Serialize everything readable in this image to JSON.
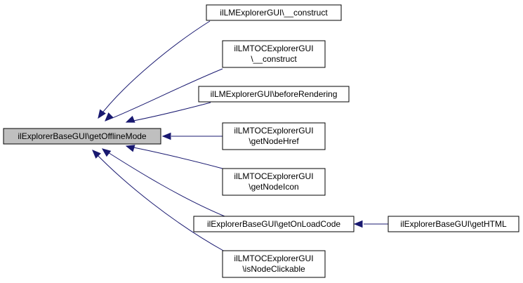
{
  "graph": {
    "focus": {
      "id": "focus",
      "lines": [
        "ilExplorerBaseGUI\\getOfflineMode"
      ]
    },
    "callers": [
      {
        "id": "c1",
        "lines": [
          "ilLMExplorerGUI\\__construct"
        ]
      },
      {
        "id": "c2",
        "lines": [
          "ilLMTOCExplorerGUI",
          "\\__construct"
        ]
      },
      {
        "id": "c3",
        "lines": [
          "ilLMExplorerGUI\\beforeRendering"
        ]
      },
      {
        "id": "c4",
        "lines": [
          "ilLMTOCExplorerGUI",
          "\\getNodeHref"
        ]
      },
      {
        "id": "c5",
        "lines": [
          "ilLMTOCExplorerGUI",
          "\\getNodeIcon"
        ]
      },
      {
        "id": "c6",
        "lines": [
          "ilExplorerBaseGUI\\getOnLoadCode"
        ]
      },
      {
        "id": "c7",
        "lines": [
          "ilLMTOCExplorerGUI",
          "\\isNodeClickable"
        ]
      }
    ],
    "second_level": [
      {
        "id": "s1",
        "lines": [
          "ilExplorerBaseGUI\\getHTML"
        ],
        "calls": "c6"
      }
    ],
    "edge_color": "#191970",
    "focus_fill": "#bfbfbf"
  }
}
